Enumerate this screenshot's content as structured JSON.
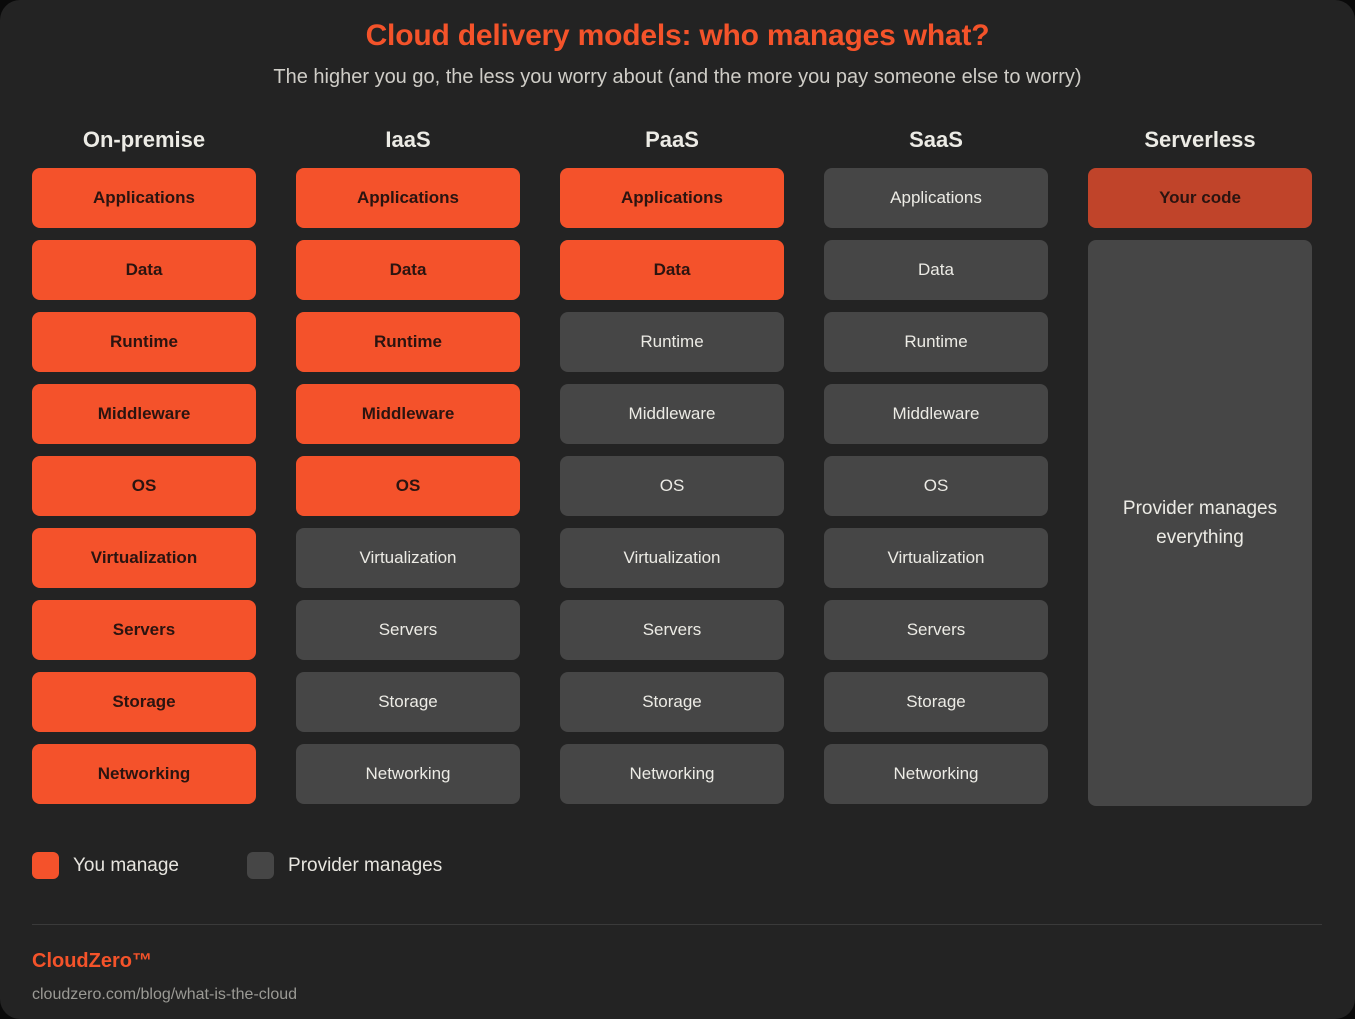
{
  "header": {
    "title": "Cloud delivery models: who manages what?",
    "subtitle": "The higher you go, the less you worry about (and the more you pay someone else to worry)"
  },
  "colors": {
    "background": "#232323",
    "page_background": "#0a0a0a",
    "accent": "#f4532a",
    "you_manage": "#f4522b",
    "provider_manages": "#464646",
    "your_code": "#c0442a",
    "header_text": "#ecebe5",
    "subtitle_text": "#cfcdc7",
    "muted_text": "#9b9a95"
  },
  "chart_data": {
    "type": "table",
    "title": "Cloud delivery models: who manages what?",
    "legend": [
      "You manage",
      "Provider manages"
    ],
    "categories": [
      "On-premise",
      "IaaS",
      "PaaS",
      "SaaS",
      "Serverless"
    ],
    "layers": [
      "Applications",
      "Data",
      "Runtime",
      "Middleware",
      "OS",
      "Virtualization",
      "Servers",
      "Storage",
      "Networking"
    ],
    "series": [
      {
        "name": "On-premise",
        "values": [
          "you",
          "you",
          "you",
          "you",
          "you",
          "you",
          "you",
          "you",
          "you"
        ]
      },
      {
        "name": "IaaS",
        "values": [
          "you",
          "you",
          "you",
          "you",
          "you",
          "provider",
          "provider",
          "provider",
          "provider"
        ]
      },
      {
        "name": "PaaS",
        "values": [
          "you",
          "you",
          "provider",
          "provider",
          "provider",
          "provider",
          "provider",
          "provider",
          "provider"
        ]
      },
      {
        "name": "SaaS",
        "values": [
          "provider",
          "provider",
          "provider",
          "provider",
          "provider",
          "provider",
          "provider",
          "provider",
          "provider"
        ]
      },
      {
        "name": "Serverless",
        "values": [
          "yourcode",
          "provider"
        ]
      }
    ]
  },
  "columns": [
    {
      "header": "On-premise",
      "layers": [
        {
          "label": "Applications",
          "owner": "you"
        },
        {
          "label": "Data",
          "owner": "you"
        },
        {
          "label": "Runtime",
          "owner": "you"
        },
        {
          "label": "Middleware",
          "owner": "you"
        },
        {
          "label": "OS",
          "owner": "you"
        },
        {
          "label": "Virtualization",
          "owner": "you"
        },
        {
          "label": "Servers",
          "owner": "you"
        },
        {
          "label": "Storage",
          "owner": "you"
        },
        {
          "label": "Networking",
          "owner": "you"
        }
      ]
    },
    {
      "header": "IaaS",
      "layers": [
        {
          "label": "Applications",
          "owner": "you"
        },
        {
          "label": "Data",
          "owner": "you"
        },
        {
          "label": "Runtime",
          "owner": "you"
        },
        {
          "label": "Middleware",
          "owner": "you"
        },
        {
          "label": "OS",
          "owner": "you"
        },
        {
          "label": "Virtualization",
          "owner": "provider"
        },
        {
          "label": "Servers",
          "owner": "provider"
        },
        {
          "label": "Storage",
          "owner": "provider"
        },
        {
          "label": "Networking",
          "owner": "provider"
        }
      ]
    },
    {
      "header": "PaaS",
      "layers": [
        {
          "label": "Applications",
          "owner": "you"
        },
        {
          "label": "Data",
          "owner": "you"
        },
        {
          "label": "Runtime",
          "owner": "provider"
        },
        {
          "label": "Middleware",
          "owner": "provider"
        },
        {
          "label": "OS",
          "owner": "provider"
        },
        {
          "label": "Virtualization",
          "owner": "provider"
        },
        {
          "label": "Servers",
          "owner": "provider"
        },
        {
          "label": "Storage",
          "owner": "provider"
        },
        {
          "label": "Networking",
          "owner": "provider"
        }
      ]
    },
    {
      "header": "SaaS",
      "layers": [
        {
          "label": "Applications",
          "owner": "provider"
        },
        {
          "label": "Data",
          "owner": "provider"
        },
        {
          "label": "Runtime",
          "owner": "provider"
        },
        {
          "label": "Middleware",
          "owner": "provider"
        },
        {
          "label": "OS",
          "owner": "provider"
        },
        {
          "label": "Virtualization",
          "owner": "provider"
        },
        {
          "label": "Servers",
          "owner": "provider"
        },
        {
          "label": "Storage",
          "owner": "provider"
        },
        {
          "label": "Networking",
          "owner": "provider"
        }
      ]
    },
    {
      "header": "Serverless",
      "layers": [
        {
          "label": "Your code",
          "owner": "yourcode"
        }
      ],
      "bigbox": "Provider manages everything"
    }
  ],
  "legend": [
    {
      "label": "You manage",
      "swatch": "you"
    },
    {
      "label": "Provider manages",
      "swatch": "provider"
    }
  ],
  "footer": {
    "brand": "CloudZero™",
    "url": "cloudzero.com/blog/what-is-the-cloud"
  }
}
